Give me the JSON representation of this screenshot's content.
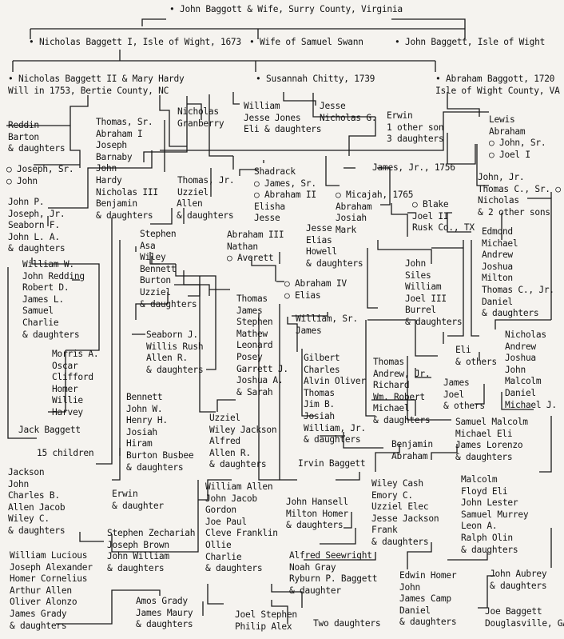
{
  "chart_data": {
    "type": "family-tree",
    "nodes": [
      {
        "id": "root",
        "lines": [
          "• John Baggott & Wife, Surry County, Virginia"
        ]
      },
      {
        "id": "nb1",
        "lines": [
          "• Nicholas Baggett I, Isle of Wight, 1673"
        ]
      },
      {
        "id": "swann",
        "lines": [
          "• Wife of Samuel Swann"
        ]
      },
      {
        "id": "jbiw",
        "lines": [
          "• John Baggett, Isle of Wight"
        ]
      },
      {
        "id": "nb2",
        "lines": [
          "• Nicholas Baggett II & Mary Hardy",
          "Will in 1753, Bertie County, NC"
        ]
      },
      {
        "id": "susannah",
        "lines": [
          "• Susannah Chitty, 1739"
        ]
      },
      {
        "id": "abr1720",
        "lines": [
          "• Abraham Baggott, 1720",
          "Isle of Wight County, VA"
        ]
      },
      {
        "id": "nichgren",
        "lines": [
          "Nicholas",
          "Granberry"
        ]
      },
      {
        "id": "williamjj",
        "lines": [
          "William",
          "Jesse Jones",
          "Eli & daughters"
        ]
      },
      {
        "id": "jessenich",
        "lines": [
          "Jesse",
          "Nicholas G."
        ]
      },
      {
        "id": "erwin",
        "lines": [
          "Erwin",
          "1 other son",
          "3 daughters"
        ]
      },
      {
        "id": "lewis",
        "lines": [
          "Lewis",
          "Abraham",
          "○ John, Sr.",
          "○ Joel I"
        ]
      },
      {
        "id": "reddin",
        "lines": [
          "Reddin",
          "Barton",
          "& daughters"
        ]
      },
      {
        "id": "thomassr",
        "lines": [
          "Thomas, Sr.",
          "Abraham I",
          "Joseph",
          "Barnaby",
          "John",
          "Hardy",
          "Nicholas III",
          "Benjamin",
          "& daughters"
        ]
      },
      {
        "id": "josephsr",
        "lines": [
          "○ Joseph, Sr.",
          "○ John"
        ]
      },
      {
        "id": "thomasjr",
        "lines": [
          "Thomas, Jr.",
          "Uzziel"
        ]
      },
      {
        "id": "shadrack",
        "lines": [
          "Shadrack",
          "○ James, Sr.",
          "○ Abraham II",
          "Elisha",
          "Jesse"
        ]
      },
      {
        "id": "jamesjr",
        "lines": [
          "James, Jr., 1756"
        ]
      },
      {
        "id": "micajah",
        "lines": [
          "○ Micajah, 1765",
          "Abraham",
          "Josiah",
          "Mark"
        ]
      },
      {
        "id": "johnjr",
        "lines": [
          "John, Jr.",
          "Thomas C., Sr. ○",
          "Nicholas",
          "& 2 other sons"
        ]
      },
      {
        "id": "johnp",
        "lines": [
          "John P.",
          "Joseph, Jr.",
          "Seaborn F.",
          "John L. A.",
          "& daughters"
        ]
      },
      {
        "id": "allen",
        "lines": [
          "Allen",
          "& daughters"
        ]
      },
      {
        "id": "jesseell",
        "lines": [
          "Jesse",
          "Elias",
          "Howell",
          "& daughters"
        ]
      },
      {
        "id": "blake",
        "lines": [
          "○ Blake",
          "Joel II",
          "Rusk Co., TX"
        ]
      },
      {
        "id": "edmond",
        "lines": [
          "Edmond",
          "Michael",
          "Andrew",
          "Joshua",
          "Milton",
          "Thomas C., Jr.",
          "Daniel",
          "& daughters"
        ]
      },
      {
        "id": "stephen",
        "lines": [
          "Stephen",
          "Asa",
          "Wiley",
          "Bennett",
          "Burton",
          "Uzziel",
          "& daughters"
        ]
      },
      {
        "id": "abr3",
        "lines": [
          "Abraham III",
          "Nathan",
          "○ Averett"
        ]
      },
      {
        "id": "abr4",
        "lines": [
          "○ Abraham IV",
          "○ Elias"
        ]
      },
      {
        "id": "williamw",
        "lines": [
          "William W.",
          "John Redding",
          "Robert D.",
          "James L.",
          "Samuel",
          "Charlie",
          "& daughters"
        ]
      },
      {
        "id": "johnsiles",
        "lines": [
          "John",
          "Siles",
          "William",
          "Joel III",
          "Burrel",
          "& daughters"
        ]
      },
      {
        "id": "thomasj",
        "lines": [
          "Thomas",
          "James",
          "Stephen",
          "Mathew",
          "Leonard",
          "Posey",
          "Garrett J.",
          "Joshua A.",
          "& Sarah"
        ]
      },
      {
        "id": "williamsr",
        "lines": [
          "William, Sr.",
          "James"
        ]
      },
      {
        "id": "seaborn",
        "lines": [
          "Seaborn J.",
          "Willis Rush",
          "Allen R.",
          "& daughters"
        ]
      },
      {
        "id": "nicholasa",
        "lines": [
          "Nicholas",
          "Andrew",
          "Joshua",
          "John",
          "Malcolm",
          "Daniel",
          "Michael J."
        ]
      },
      {
        "id": "morris",
        "lines": [
          "Morris A.",
          "Oscar",
          "Clifford",
          "Homer",
          "Willie",
          "Harvey"
        ]
      },
      {
        "id": "eli",
        "lines": [
          "Eli",
          "& others"
        ]
      },
      {
        "id": "gilbert",
        "lines": [
          "Gilbert",
          "Charles",
          "Alvin Oliver",
          "Thomas",
          "Jim B.",
          "Josiah",
          "William, Jr.",
          "& daughters"
        ]
      },
      {
        "id": "thomasa",
        "lines": [
          "Thomas",
          "Andrew, Jr.",
          "Richard",
          "Wm. Robert",
          "Michael",
          "& daughters"
        ]
      },
      {
        "id": "jamesjoel",
        "lines": [
          "James",
          "Joel",
          "& others"
        ]
      },
      {
        "id": "bennettj",
        "lines": [
          "Bennett",
          "John W.",
          "Henry H.",
          "Josiah",
          "Hiram",
          "Burton Busbee",
          "& daughters"
        ]
      },
      {
        "id": "jackb",
        "lines": [
          "Jack Baggett"
        ]
      },
      {
        "id": "uzzielw",
        "lines": [
          "Uzziel",
          "Wiley Jackson",
          "Alfred",
          "Allen R.",
          "& daughters"
        ]
      },
      {
        "id": "samuelm",
        "lines": [
          "Samuel Malcolm",
          "Michael Eli",
          "James Lorenzo",
          "& daughters"
        ]
      },
      {
        "id": "benjamin",
        "lines": [
          "Benjamin",
          "Abraham"
        ]
      },
      {
        "id": "fifteen",
        "lines": [
          "15 children"
        ]
      },
      {
        "id": "irvin",
        "lines": [
          "Irvin Baggett"
        ]
      },
      {
        "id": "jackson",
        "lines": [
          "Jackson",
          "John",
          "Charles B.",
          "Allen Jacob",
          "Wiley C.",
          "& daughters"
        ]
      },
      {
        "id": "malcolm",
        "lines": [
          "Malcolm",
          "Floyd Eli",
          "John Lester",
          "Samuel Murrey",
          "Leon A.",
          "Ralph Olin",
          "& daughters"
        ]
      },
      {
        "id": "williamallen",
        "lines": [
          "William Allen",
          "John Jacob",
          "Gordon",
          "Joe Paul",
          "Cleve Franklin",
          "Ollie",
          "Charlie",
          "& daughters"
        ]
      },
      {
        "id": "wileycash",
        "lines": [
          "Wiley Cash",
          "Emory C.",
          "Uzziel Elec",
          "Jesse Jackson",
          "Frank",
          "& daughters"
        ]
      },
      {
        "id": "johnhansell",
        "lines": [
          "John Hansell",
          "Milton Homer",
          "& daughters"
        ]
      },
      {
        "id": "erwind",
        "lines": [
          "Erwin",
          "& daughter"
        ]
      },
      {
        "id": "stephenz",
        "lines": [
          "Stephen Zechariah",
          "Joseph Brown",
          "John William",
          "& daughters"
        ]
      },
      {
        "id": "williaml",
        "lines": [
          "William Lucious",
          "Joseph Alexander",
          "Homer Cornelius",
          "Arthur Allen",
          "Oliver Alonzo",
          "James Grady",
          "& daughters"
        ]
      },
      {
        "id": "alfred",
        "lines": [
          "Alfred Seewright",
          "Noah Gray",
          "Ryburn P. Baggett",
          "& daughter"
        ]
      },
      {
        "id": "edwin",
        "lines": [
          "Edwin Homer",
          "John",
          "James Camp",
          "Daniel",
          "& daughters"
        ]
      },
      {
        "id": "johnaubrey",
        "lines": [
          "John Aubrey",
          "& daughters"
        ]
      },
      {
        "id": "amos",
        "lines": [
          "Amos Grady",
          "James Maury",
          "& daughters"
        ]
      },
      {
        "id": "joel",
        "lines": [
          "Joel Stephen",
          "Philip Alex"
        ]
      },
      {
        "id": "twod",
        "lines": [
          "Two daughters"
        ]
      },
      {
        "id": "joeb",
        "lines": [
          "Joe Baggett",
          "Douglasville, GA"
        ]
      }
    ]
  }
}
